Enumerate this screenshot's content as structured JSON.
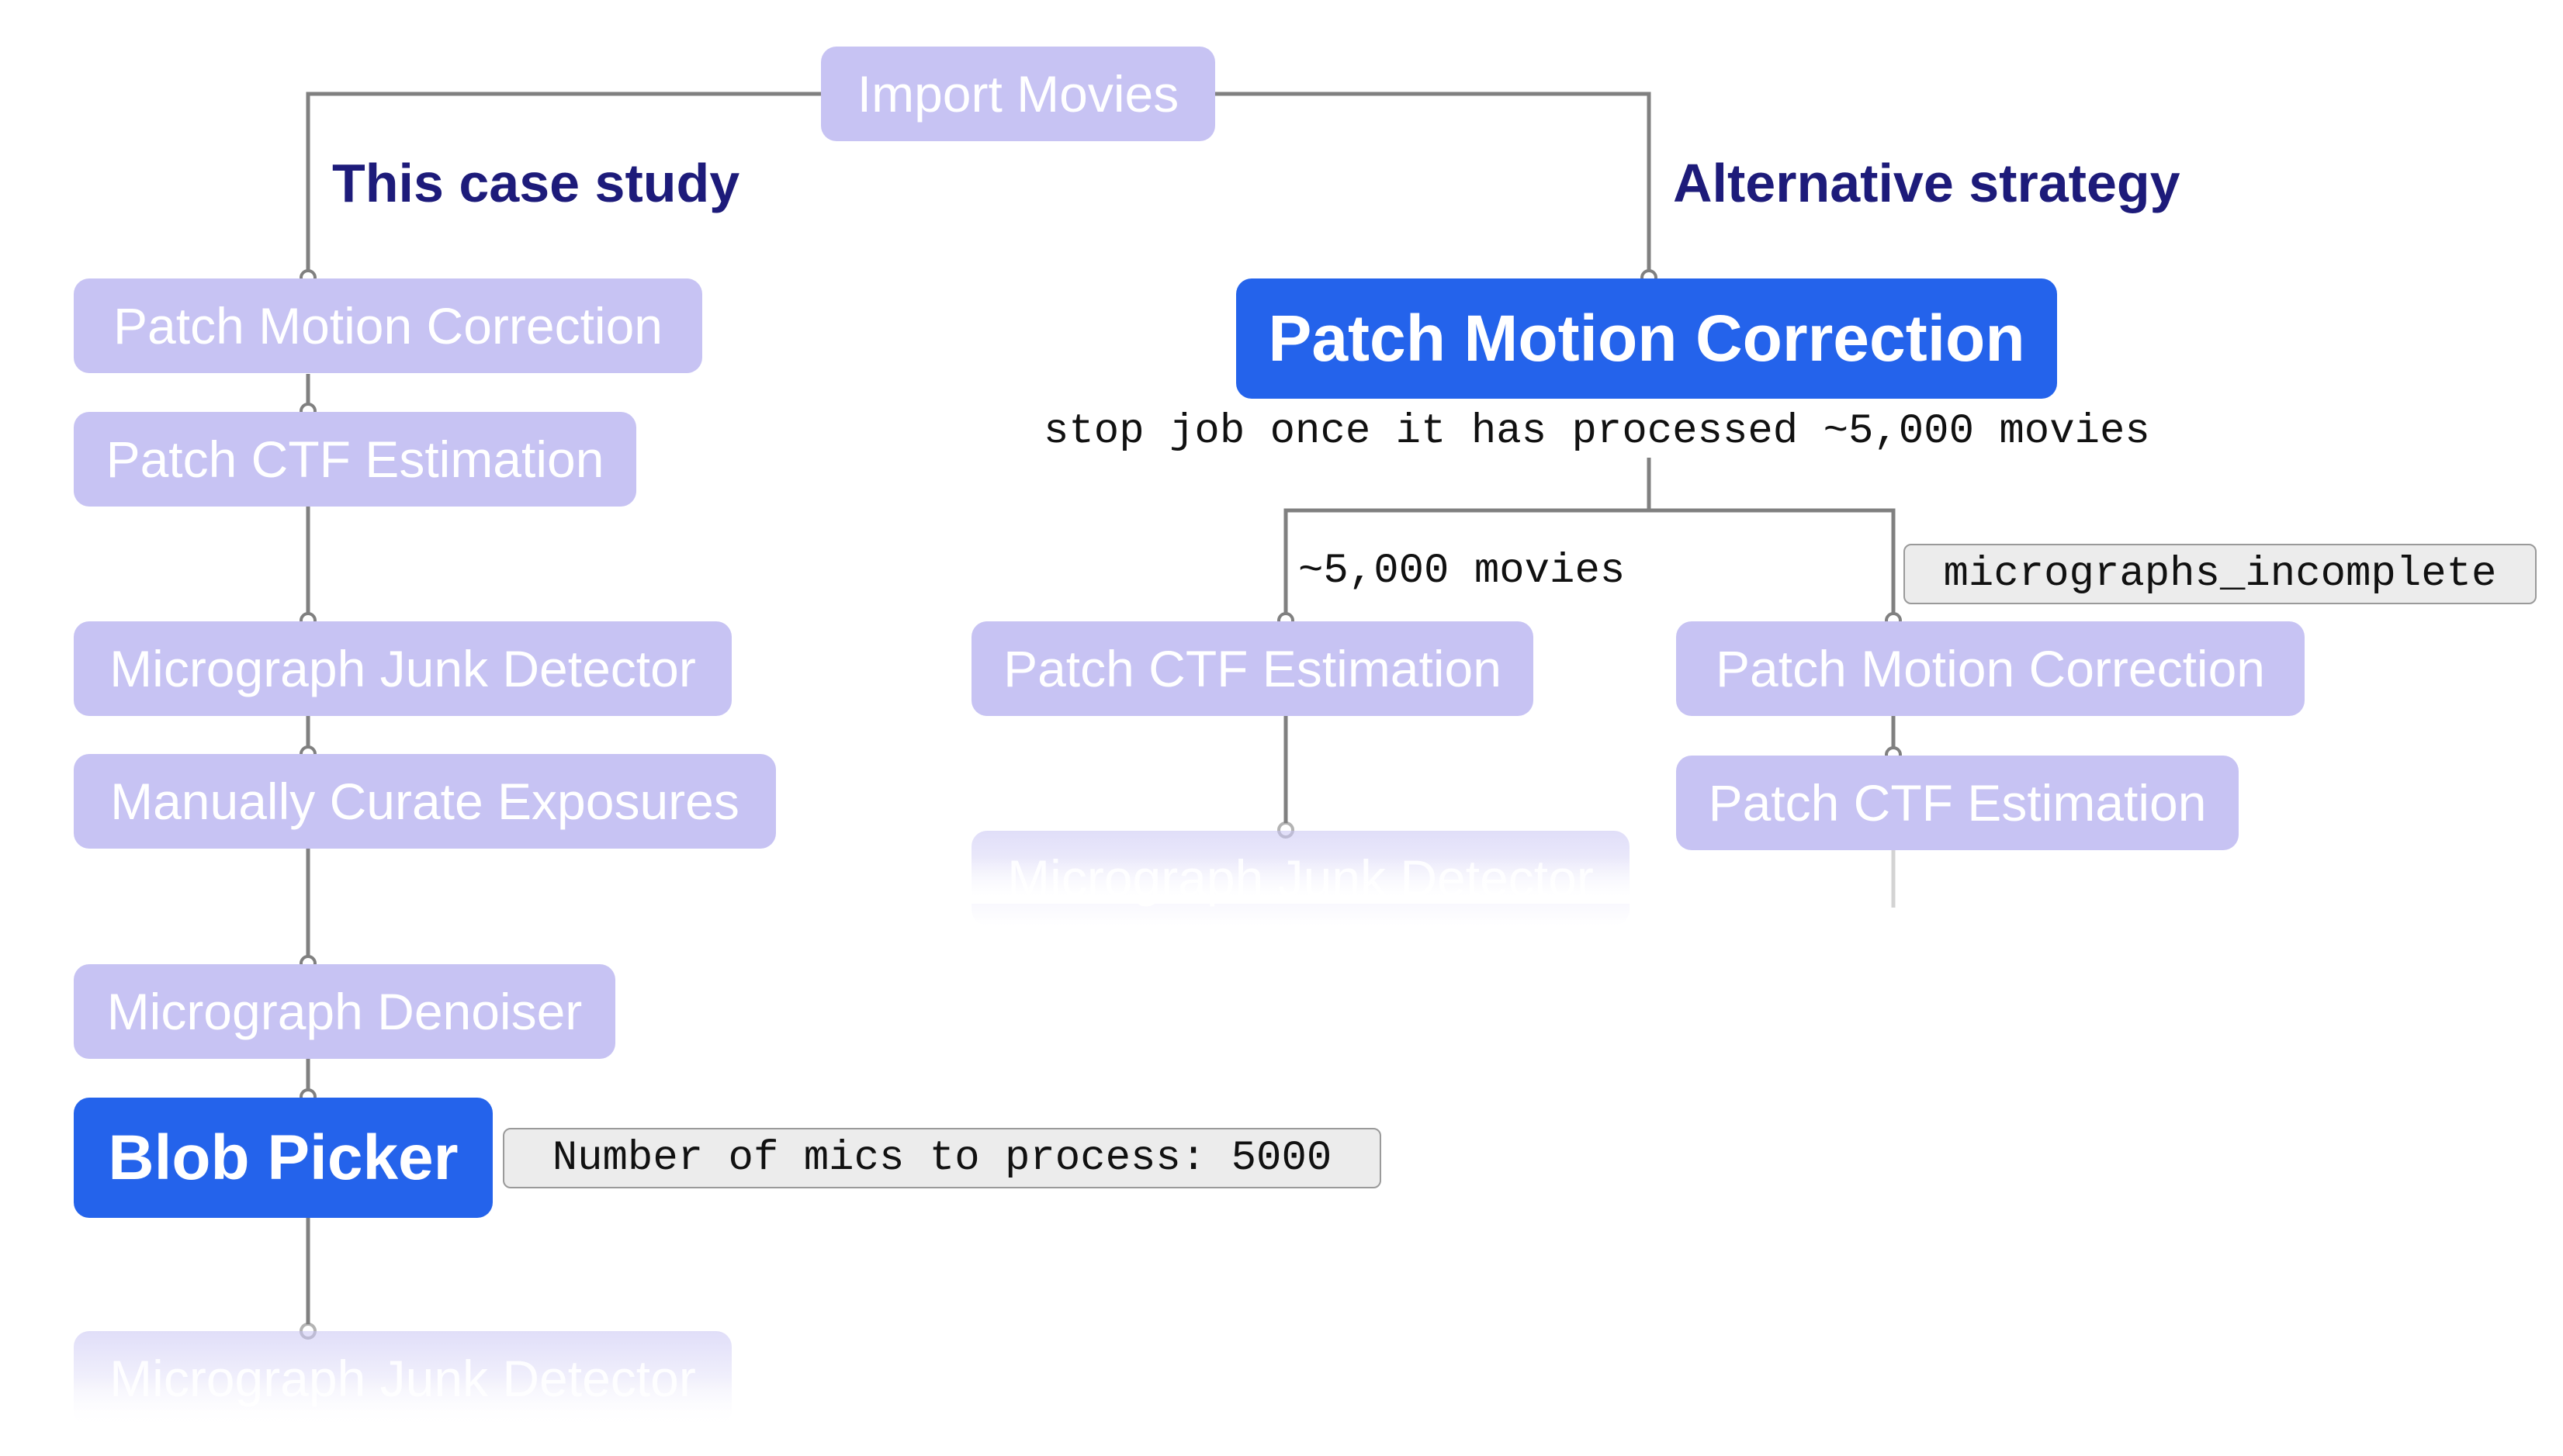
{
  "root": {
    "label": "Import Movies"
  },
  "left_branch": {
    "heading": "This case study",
    "nodes": [
      {
        "label": "Patch Motion Correction"
      },
      {
        "label": "Patch CTF Estimation"
      },
      {
        "label": "Micrograph Junk Detector"
      },
      {
        "label": "Manually Curate Exposures"
      },
      {
        "label": "Micrograph Denoiser"
      },
      {
        "label": "Blob Picker"
      },
      {
        "label": "Micrograph Junk Detector"
      }
    ],
    "blob_picker_param": "Number of mics to process: 5000"
  },
  "right_branch": {
    "heading": "Alternative strategy",
    "main_node": {
      "label": "Patch Motion Correction"
    },
    "stop_note": "stop job once it has processed ~5,000 movies",
    "sub_left": {
      "edge_label": "~5,000 movies",
      "nodes": [
        {
          "label": "Patch CTF Estimation"
        },
        {
          "label": "Micrograph Junk Detector"
        }
      ]
    },
    "sub_right": {
      "edge_label": "micrographs_incomplete",
      "nodes": [
        {
          "label": "Patch Motion Correction"
        },
        {
          "label": "Patch CTF Estimation"
        }
      ]
    }
  },
  "colors": {
    "node_fill": "#c7c3f3",
    "highlight_fill": "#2463eb",
    "heading_text": "#1d1b7a",
    "connector": "#808080"
  }
}
